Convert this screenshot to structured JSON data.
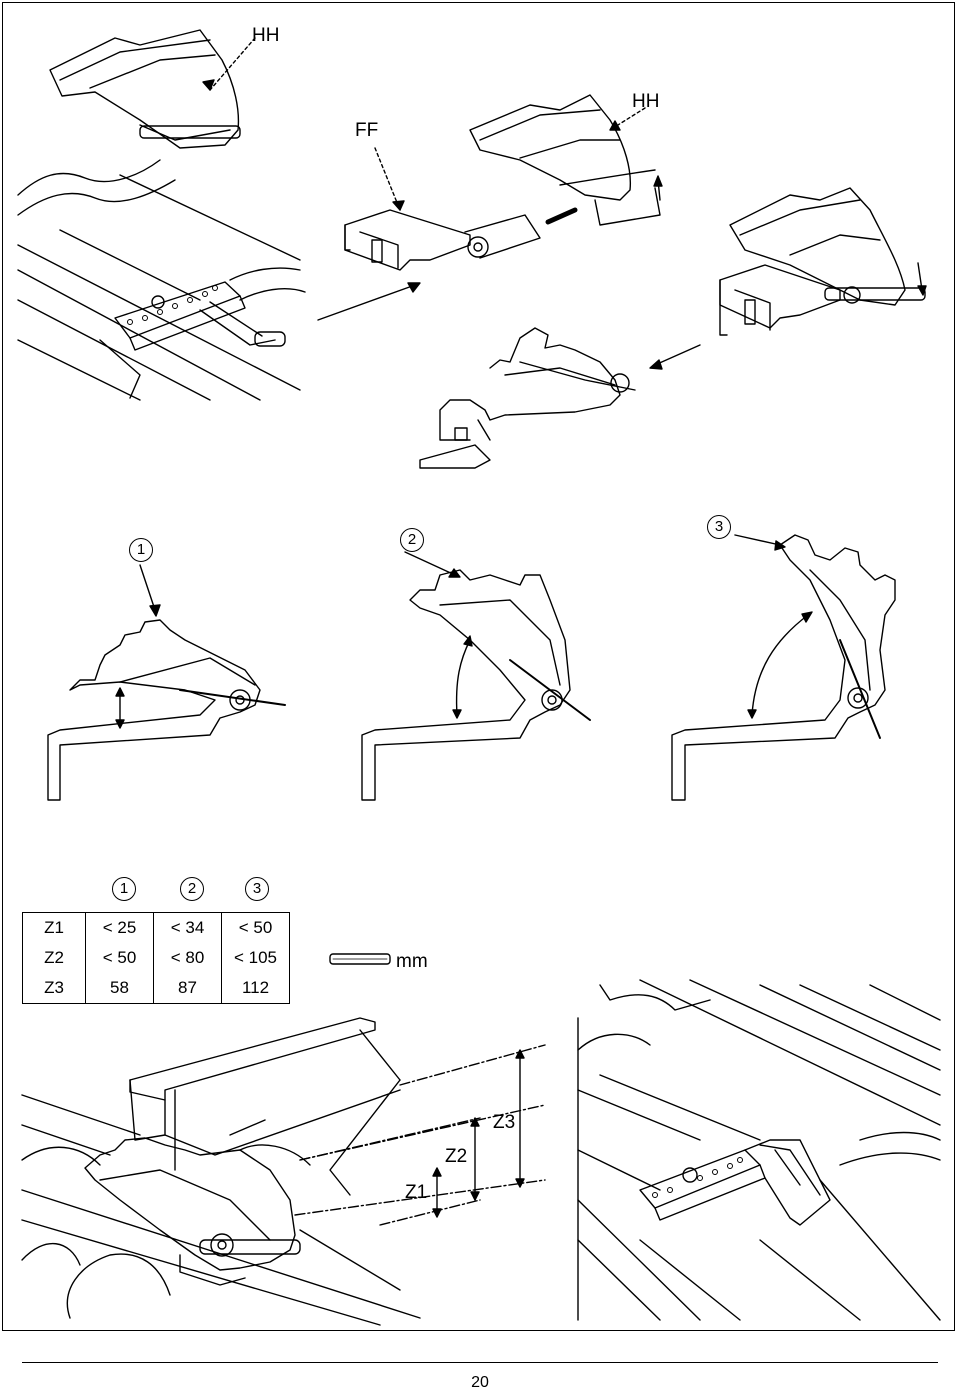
{
  "labels": {
    "hh_top": "HH",
    "hh_mid": "HH",
    "ff": "FF",
    "step_1": "1",
    "step_2": "2",
    "step_3": "3",
    "z1": "Z1",
    "z2": "Z2",
    "z3": "Z3",
    "unit_mm": "mm"
  },
  "table": {
    "headers": [
      "1",
      "2",
      "3"
    ],
    "rows": [
      {
        "name": "Z1",
        "values": [
          "< 25",
          "< 34",
          "< 50"
        ]
      },
      {
        "name": "Z2",
        "values": [
          "< 50",
          "< 80",
          "< 105"
        ]
      },
      {
        "name": "Z3",
        "values": [
          "58",
          "87",
          "112"
        ]
      }
    ]
  },
  "page_number": "20"
}
